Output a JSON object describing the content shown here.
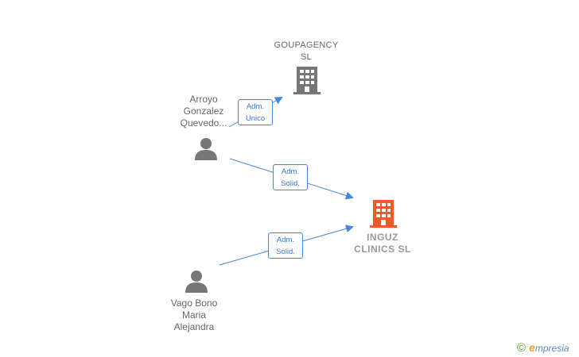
{
  "nodes": {
    "goupagency": {
      "label": "GOUPAGENCY\nSL",
      "icon": "building-icon",
      "color": "#777777"
    },
    "arroyo": {
      "label": "Arroyo\nGonzalez\nQuevedo...",
      "icon": "person-icon",
      "color": "#777777"
    },
    "inguz": {
      "label": "INGUZ\nCLINICS  SL",
      "icon": "building-icon",
      "color": "#f05a28"
    },
    "vago": {
      "label": "Vago Bono\nMaria\nAlejandra",
      "icon": "person-icon",
      "color": "#777777"
    }
  },
  "edges": {
    "arroyo_goupagency": {
      "label": "Adm.\nUnico"
    },
    "arroyo_inguz": {
      "label": "Adm.\nSolid."
    },
    "vago_inguz": {
      "label": "Adm.\nSolid."
    }
  },
  "colors": {
    "edge": "#4a86d8"
  },
  "footer": {
    "copyright_symbol": "©",
    "brand_initial": "e",
    "brand_rest": "mpresia"
  }
}
